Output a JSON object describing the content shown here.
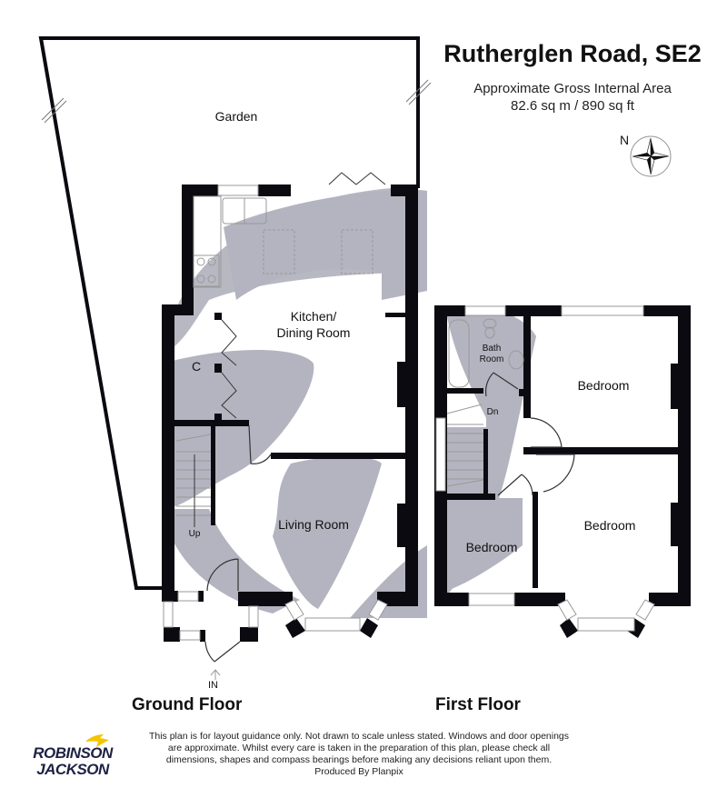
{
  "header": {
    "title": "Rutherglen Road, SE2",
    "subtitle_line1": "Approximate Gross Internal Area",
    "subtitle_line2": "82.6 sq m / 890 sq ft"
  },
  "compass": {
    "label": "N",
    "icon": "compass-rose-icon"
  },
  "ground_floor": {
    "label": "Ground Floor",
    "rooms": [
      {
        "name": "Garden"
      },
      {
        "name": "Kitchen/",
        "name2": "Dining Room"
      },
      {
        "name": "C"
      },
      {
        "name": "Living Room"
      }
    ],
    "stairs_label": "Up",
    "entrance_label": "IN"
  },
  "first_floor": {
    "label": "First Floor",
    "rooms": [
      {
        "name": "Bath",
        "name2": "Room"
      },
      {
        "name": "Bedroom"
      },
      {
        "name": "Bedroom"
      },
      {
        "name": "Bedroom"
      }
    ],
    "stairs_label": "Dn"
  },
  "footer": {
    "disclaimer_line1": "This plan is for layout guidance only. Not drawn to scale unless stated. Windows and door openings",
    "disclaimer_line2": "are approximate. Whilst every care is taken in the preparation of this plan, please check all",
    "disclaimer_line3": "dimensions, shapes and compass bearings before making any decisions reliant upon them.",
    "produced_by": "Produced By Planpix"
  },
  "brand": {
    "line1": "ROBINSON",
    "line2": "JACKSON",
    "accent_color": "#f5c400",
    "text_color": "#1d2142"
  },
  "colors": {
    "wall": "#0a0a10",
    "watermark": "#b4b4c0",
    "window": "#ffffff"
  }
}
